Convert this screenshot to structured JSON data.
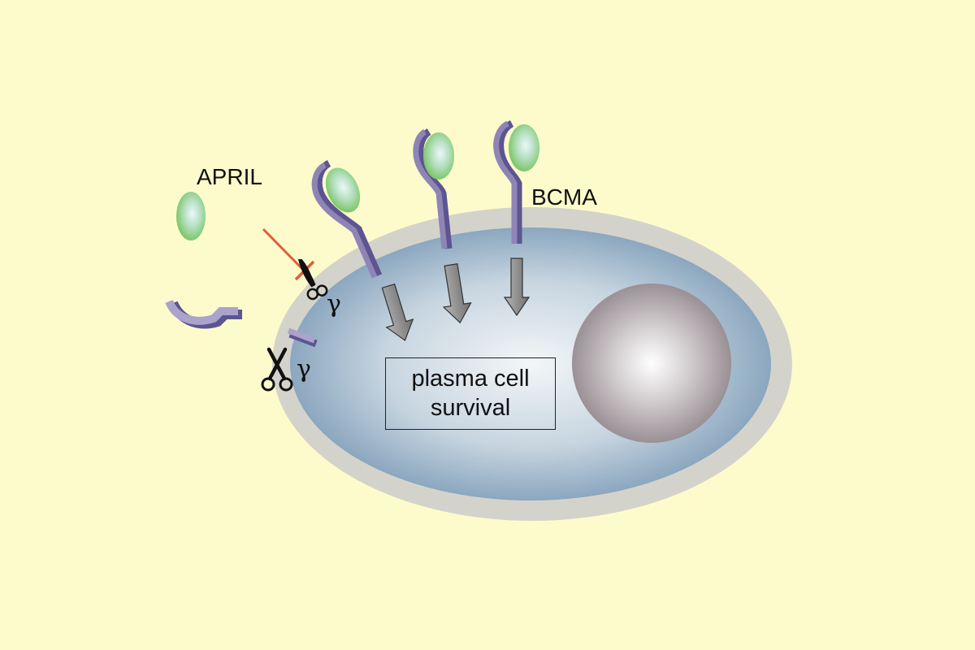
{
  "labels": {
    "april": "APRIL",
    "bcma": "BCMA",
    "gamma_top": "γ",
    "gamma_bottom": "γ",
    "survival": "plasma cell\nsurvival"
  },
  "colors": {
    "background": "#fdfbcb",
    "cell_membrane": "#d4d3cb",
    "cytoplasm_center": "#f2f5f6",
    "cytoplasm_edge": "#7f9db8",
    "nucleus_center": "#ffffff",
    "nucleus_edge": "#9b9196",
    "ligand_center": "#e6f6f7",
    "ligand_edge": "#84c870",
    "receptor_face": "#8e85b6",
    "receptor_shadow": "#5c5590",
    "inhibition": "#e35d35",
    "signal_arrow": "#8a8a8a"
  },
  "icons": [
    "scissors-icon",
    "scissors-icon",
    "inhibition-arrow",
    "signal-arrow"
  ]
}
